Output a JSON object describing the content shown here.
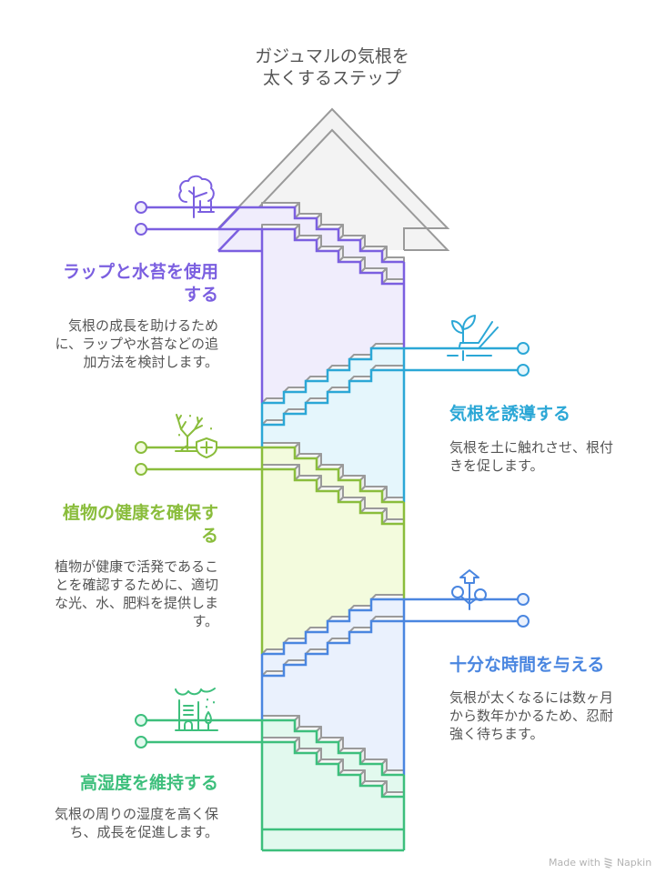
{
  "title": "ガジュマルの気根を太くするステップ",
  "steps": [
    {
      "heading": "ラップと水苔を使用する",
      "description": "気根の成長を助けるために、ラップや水苔などの追加方法を検討します。",
      "icon": "tree-bench-icon",
      "color": "#7b5fe0",
      "fill": "#f0edfc"
    },
    {
      "heading": "気根を誘導する",
      "description": "気根を土に触れさせ、根付きを促します。",
      "icon": "seedling-hand-icon",
      "color": "#2ba7d6",
      "fill": "#e5f6fc"
    },
    {
      "heading": "植物の健康を確保する",
      "description": "植物が健康で活発であることを確認するために、適切な光、水、肥料を提供します。",
      "icon": "tree-shield-icon",
      "color": "#8abd3c",
      "fill": "#f3fbdd"
    },
    {
      "heading": "十分な時間を与える",
      "description": "気根が太くなるには数ヶ月から数年かかるため、忍耐強く待ちます。",
      "icon": "growth-arrow-icon",
      "color": "#4a86e0",
      "fill": "#eaf1fd"
    },
    {
      "heading": "高湿度を維持する",
      "description": "気根の周りの湿度を高く保ち、成長を促進します。",
      "icon": "humid-building-icon",
      "color": "#3dbf7c",
      "fill": "#e2f9ee"
    }
  ],
  "theme": {
    "arrow_stroke": "#9a9a9a",
    "arrow_fill": "#f3f3f3",
    "step_face": "#f6f6f6"
  },
  "footer": {
    "made_with": "Made with",
    "brand": "Napkin",
    "icon": "napkin-logo-icon"
  }
}
